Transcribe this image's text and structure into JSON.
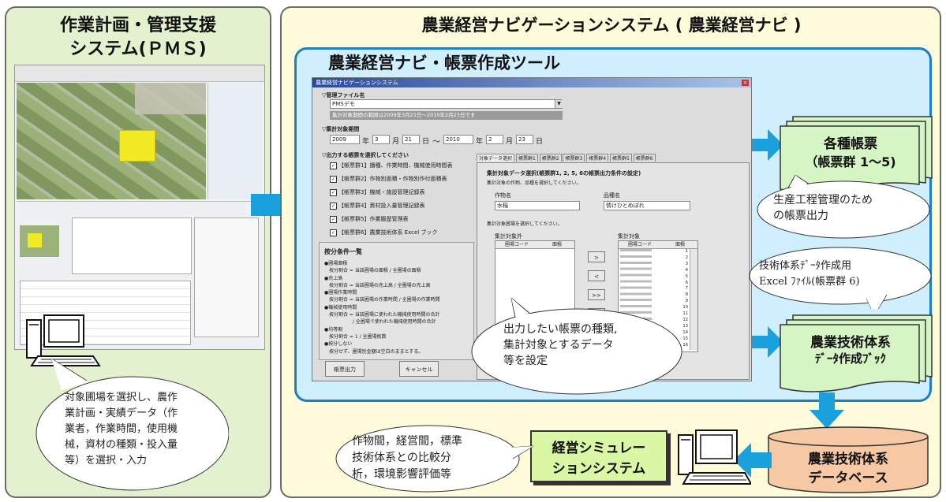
{
  "left_panel": {
    "title_line1": "作業計画・管理支援",
    "title_line2": "システム(ＰＭＳ)",
    "callout_lines": [
      "対象圃場を選択し、農作",
      "業計画・実績データ（作",
      "業者，作業時間，使用機",
      "械，資材の種類・投入量",
      "等）を選択・入力"
    ]
  },
  "right_panel": {
    "title": "農業経営ナビゲーションシステム ( 農業経営ナビ )",
    "inner_title": "農業経営ナビ・帳票作成ツール"
  },
  "window": {
    "titlebar": "農業経営ナビゲーションシステム",
    "close": "×",
    "file_label": "▽管理ファイル名",
    "file_value": "PMSデモ",
    "range_note": "集計対象期間の範囲は2009年3月21日～2010年2月23日です",
    "period_label": "▽集計対象期間",
    "from": {
      "year": "2009",
      "month": "3",
      "day": "21"
    },
    "to": {
      "year": "2010",
      "month": "2",
      "day": "23"
    },
    "unit_year": "年",
    "unit_month": "月",
    "unit_day": "日",
    "tilde": "～",
    "select_label": "▽出力する帳票を選択してください",
    "checks": [
      "【帳票群1】播種、作業時間、機械使用時間表",
      "【帳票群2】作物別面積・作物別作付面積表",
      "【帳票群3】機械・施設管理記録表",
      "【帳票群4】資材投入量管理記録表",
      "【帳票群5】作業履歴管理表",
      "【帳票群6】農業技術体系 Excel ブック"
    ],
    "conditions_title": "按分条件一覧",
    "conditions": [
      "●圃場面積",
      "　按分割合 = 当該圃場の面積 / 全圃場の面積",
      "●売上高",
      "　按分割合 = 当該圃場の売上高 / 全圃場の売上高",
      "●圃場作業時間",
      "　按分割合 = 当該圃場の作業時間 / 全圃場の作業時間",
      "●機械使用時間",
      "　按分割合 = 当該圃場に使われた機械使用時間の合計",
      "　　　　　　/ 全圃場で使われた機械使用時間の合計",
      "●均等割",
      "　按分割合 = 1 / 全圃場枚数",
      "●按分しない",
      "　按分せず、圃場別金額は空白のままとする。"
    ],
    "tabs": [
      "対象データ選択",
      "帳票群1",
      "帳票群2",
      "帳票群3",
      "帳票群4",
      "帳票群5",
      "帳票群6"
    ],
    "tab_heading": "集計対象データ選択(帳票群1, 2, 5, 6の帳票出力条件の設定)",
    "tab_note": "集計対象の作物、品種を選択してください。",
    "crop_label": "作物名",
    "crop_value": "水稲",
    "variety_label": "品種名",
    "variety_value": "情けひとめぼれ",
    "field_note": "集計対象圃場を選択してください。",
    "excluded_label": "集計対象外",
    "included_label": "集計対象",
    "col_code": "圃場コード",
    "col_area": "面積",
    "move_buttons": [
      ">",
      "<",
      ">>",
      "<<"
    ],
    "row_numbers": [
      "1",
      "2",
      "3",
      "4",
      "5",
      "6",
      "7",
      "8",
      "9",
      "10",
      "11",
      "12",
      "13",
      "14",
      "15",
      "16"
    ],
    "output_button": "帳票出力",
    "cancel_button": "キャンセル"
  },
  "overlay_callout_lines": [
    "出力したい帳票の種類,",
    "集計対象とするデータ",
    "等を設定"
  ],
  "doc_top": {
    "line1": "各種帳票",
    "line2": "（帳票群 1～5)"
  },
  "callout_production_lines": [
    "生産工程管理のため",
    "の帳票出力"
  ],
  "callout_excel_lines": [
    "技術体系ﾃﾞｰﾀ作成用",
    "Excel ﾌｧｲﾙ(帳票群 6)"
  ],
  "doc_bottom": {
    "line1": "農業技術体系",
    "line2": "ﾃﾞｰﾀ作成ﾌﾞｯｸ"
  },
  "database": {
    "line1": "農業技術体系",
    "line2": "データベース"
  },
  "simulation": {
    "line1": "経営シミュレー",
    "line2": "ションシステム"
  },
  "callout_sim_lines": [
    "作物間，経営間，標準",
    "技術体系との比較分",
    "析，環境影響評価等"
  ],
  "colors": {
    "blue_arrow": "#1aa0dc",
    "doc_fill": "#d6f5c4",
    "db_fill": "#f6c9a4",
    "sim_fill": "#d9f7a4"
  }
}
